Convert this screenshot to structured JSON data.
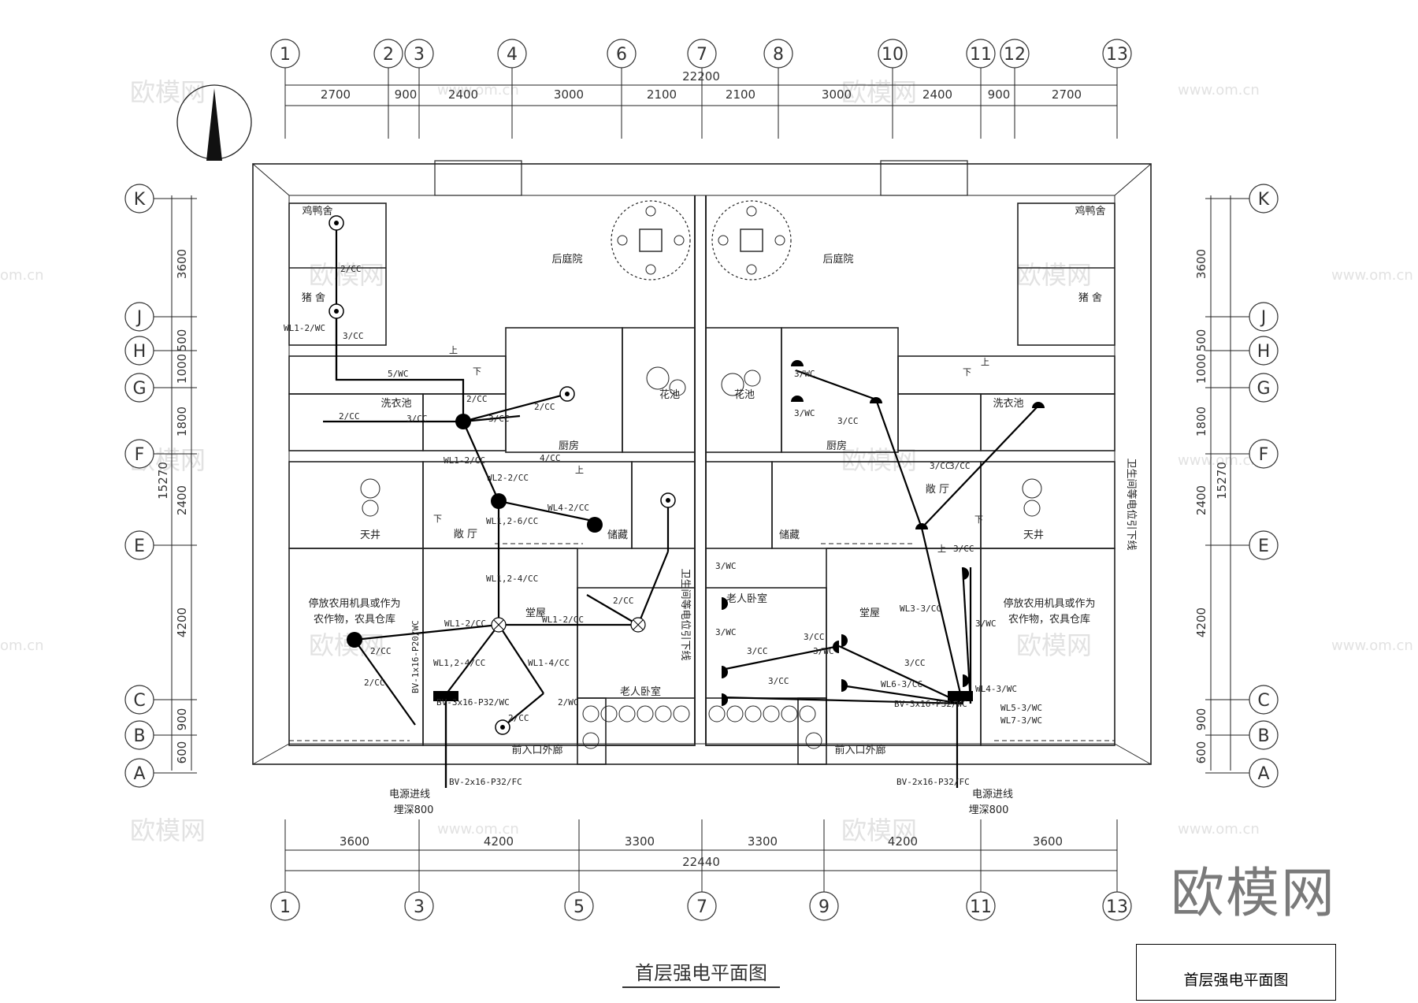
{
  "drawing_title": "首层强电平面图",
  "title_block_text": "首层强电平面图",
  "brand_mark": "欧模网",
  "watermarks": [
    "欧模网",
    "www.om.cn",
    "om.cn"
  ],
  "grid_axes_top": [
    "1",
    "2",
    "3",
    "4",
    "6",
    "7",
    "8",
    "10",
    "11",
    "12",
    "13"
  ],
  "grid_axes_bottom": [
    "1",
    "3",
    "5",
    "7",
    "9",
    "11",
    "13"
  ],
  "grid_axes_left": [
    "K",
    "J",
    "H",
    "G",
    "F",
    "E",
    "C",
    "B",
    "A"
  ],
  "grid_axes_right": [
    "K",
    "J",
    "H",
    "G",
    "F",
    "E",
    "C",
    "B",
    "A"
  ],
  "dims_top_total": "22200",
  "dims_top": [
    "2700",
    "900",
    "2400",
    "3000",
    "2100",
    "2100",
    "3000",
    "2400",
    "900",
    "2700"
  ],
  "dims_bottom_total": "22440",
  "dims_bottom": [
    "3600",
    "4200",
    "3300",
    "3300",
    "4200",
    "3600"
  ],
  "dims_side_total": "15270",
  "dims_side": [
    "3600",
    "500",
    "1000",
    "1800",
    "2400",
    "4200",
    "900",
    "600"
  ],
  "rooms": {
    "chicken_left": "鸡鸭舍",
    "chicken_right": "鸡鸭舍",
    "pig_left": "猪 舍",
    "pig_right": "猪 舍",
    "backyard_left": "后庭院",
    "backyard_right": "后庭院",
    "kitchen_left": "厨房",
    "kitchen_right": "厨房",
    "hall_left": "敞 厅",
    "hall_right": "敞 厅",
    "storage_left": "储藏",
    "storage_right": "储藏",
    "atrium_left": "天井",
    "atrium_right": "天井",
    "laundry_left": "洗衣池",
    "laundry_right": "洗衣池",
    "living_left": "堂屋",
    "living_right": "堂屋",
    "elder_left": "老人卧室",
    "elder_right": "老人卧室",
    "farm_left_1": "停放农用机具或作为",
    "farm_left_2": "农作物，农具仓库",
    "farm_right_1": "停放农用机具或作为",
    "farm_right_2": "农作物，农具仓库",
    "porch_left": "前入口外廊",
    "porch_right": "前入口外廊",
    "riser_left": "卫生间等电位引下线",
    "riser_right": "卫生间等电位引下线",
    "plant_left": "花池",
    "plant_right": "花池"
  },
  "circuit_labels_left": [
    "2/CC",
    "WL1-2/WC",
    "3/CC",
    "5/WC",
    "2/CC",
    "3/CC",
    "2/CC",
    "3/CC",
    "2/CC",
    "WL1-2/CC",
    "4/CC",
    "WL2-2/CC",
    "WL4-2/CC",
    "WL1,2-6/CC",
    "WL1,2-4/CC",
    "2/CC",
    "WL1-2/CC",
    "WL1-2/CC",
    "WL1,2-4/CC",
    "WL1-4/CC",
    "2/CC",
    "2/WC",
    "2/CC",
    "2/CC",
    "BV-1x16-P20/WC",
    "BV-3x16-P32/WC",
    "上",
    "下",
    "下",
    "上"
  ],
  "circuit_labels_right": [
    "3/WC",
    "3/WC",
    "3/CC",
    "3/CC",
    "3/CC",
    "3/WC",
    "3/WC",
    "3/WC",
    "3/CC",
    "WL3-3/CC",
    "3/WC",
    "3/CC",
    "3/CC",
    "3/CC",
    "WL6-3/CC",
    "WL4-3/WC",
    "WL5-3/WC",
    "WL7-3/WC",
    "BV-3x16-P32/WC",
    "3/CC",
    "上",
    "下",
    "下",
    "上"
  ],
  "feeder_left": "BV-2x16-P32/FC",
  "feeder_right": "BV-2x16-P32/FC",
  "power_entry_left_1": "电源进线",
  "power_entry_left_2": "埋深800",
  "power_entry_right_1": "电源进线",
  "power_entry_right_2": "埋深800",
  "colors": {
    "line": "#222222",
    "wire": "#000000",
    "watermark": "#e2e2e2",
    "brand": "#7a7a7a"
  }
}
